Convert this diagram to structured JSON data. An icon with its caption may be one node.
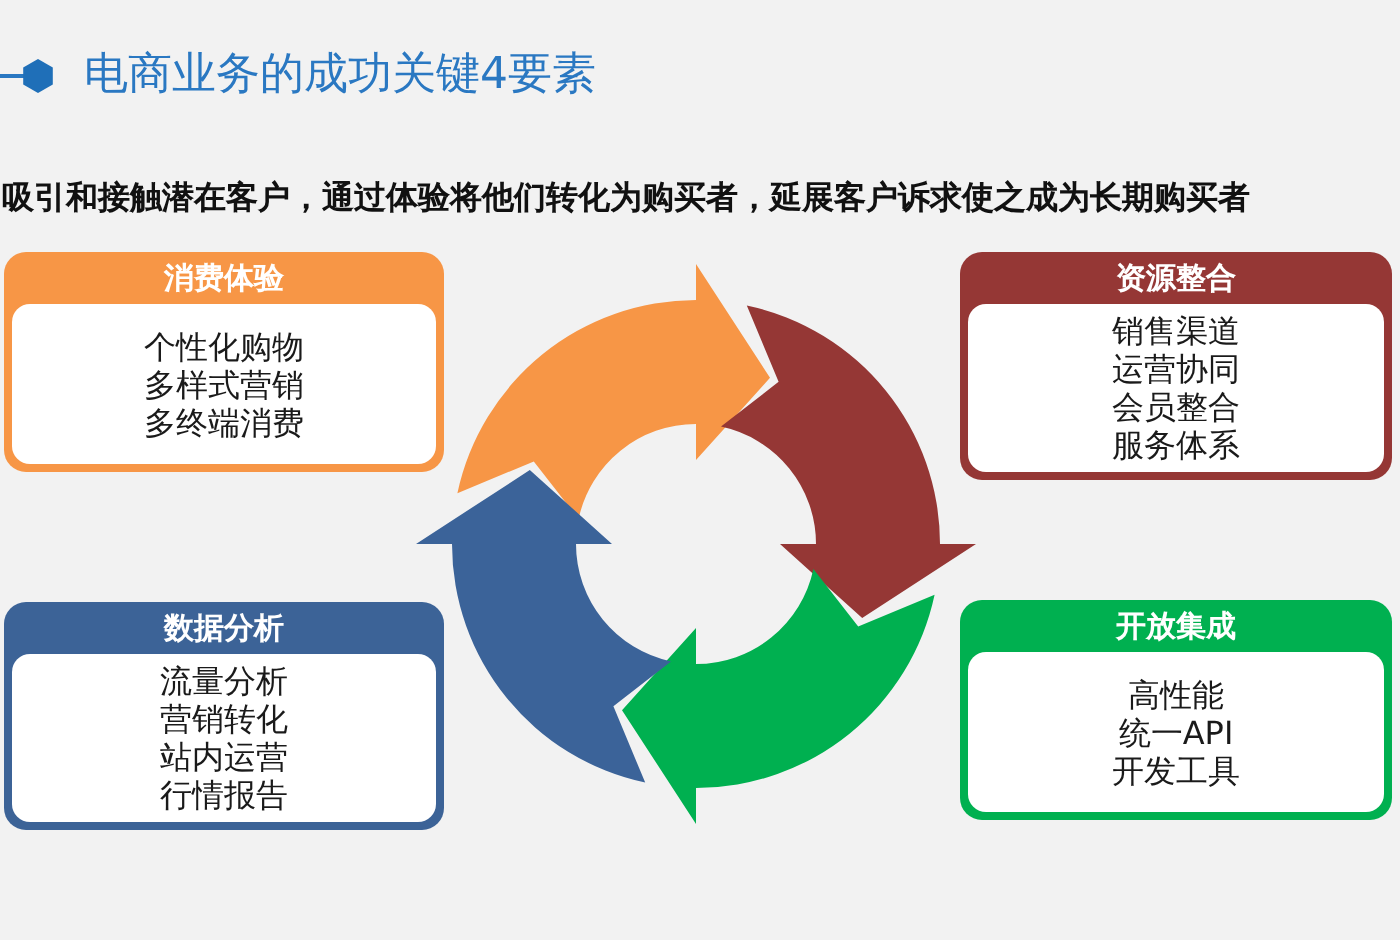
{
  "diagram": {
    "title": "电商业务的成功关键4要素",
    "nodes": [
      {
        "text": [
          "消费体验",
          "个性化购物",
          "多样式营销",
          "多终端消费"
        ]
      },
      {
        "text": [
          "资源整合",
          "销售渠道",
          "运营协同",
          "会员整合",
          "服务体系"
        ]
      },
      {
        "text": [
          "数据分析",
          "流量分析",
          "营销转化",
          "站内运营",
          "行情报告"
        ]
      },
      {
        "text": [
          "开放集成",
          "高性能",
          "统一API",
          "开发工具"
        ]
      }
    ],
    "labels": [
      "吸引和接触潜在客户，通过体验将他们转化为购买者，延展客户诉求使之成为长期购买者"
    ]
  }
}
